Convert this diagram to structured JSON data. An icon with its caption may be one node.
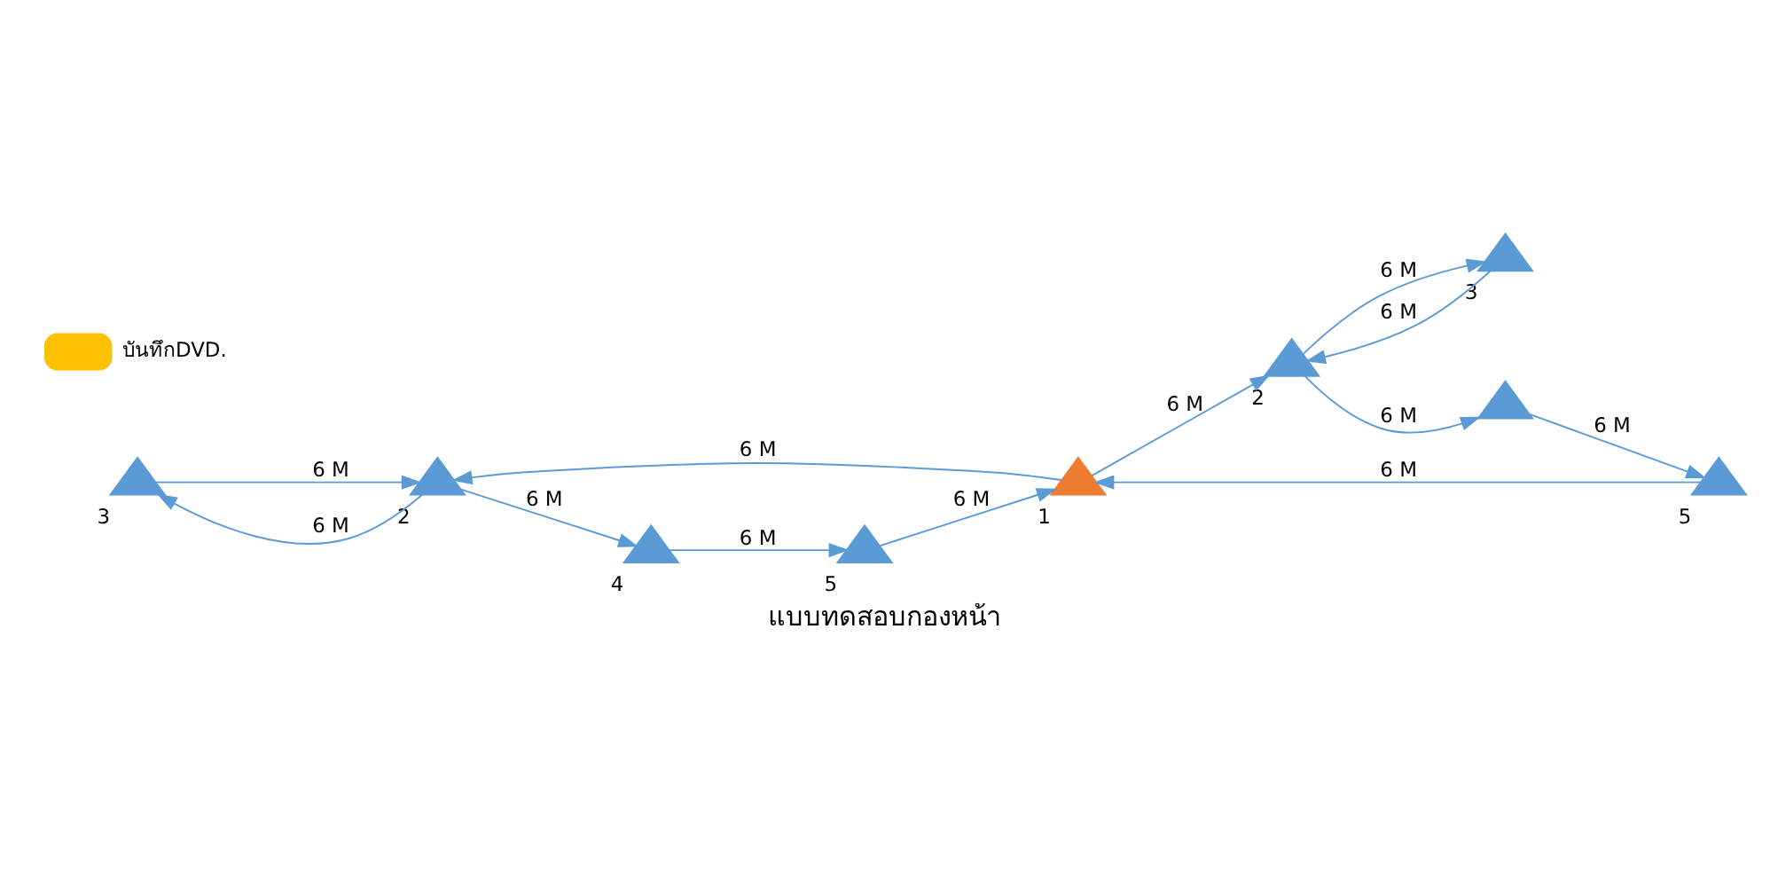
{
  "diagram": {
    "caption": "แบบทดสอบกองหน้า",
    "nodes": [
      {
        "text": [],
        "shape": "triangle",
        "beside": [
          "3"
        ]
      },
      {
        "text": [],
        "shape": "triangle",
        "beside": [
          "3"
        ]
      },
      {
        "text": [],
        "shape": "triangle",
        "beside": [
          "5"
        ]
      },
      {
        "text": [],
        "shape": "triangle",
        "beside": [
          "1"
        ]
      },
      {
        "text": [],
        "shape": "triangle",
        "beside": [
          "5"
        ]
      },
      {
        "text": [],
        "shape": "triangle",
        "beside": [
          "4"
        ]
      },
      {
        "text": [],
        "shape": "triangle",
        "beside": [
          "2"
        ]
      },
      {
        "text": [],
        "shape": "triangle",
        "beside": [
          "2"
        ]
      },
      {
        "text": [],
        "shape": "triangle"
      }
    ],
    "edges": [
      {
        "from": 6,
        "to": 0,
        "arrow": "to",
        "label": "6 M"
      },
      {
        "from": 0,
        "to": 6,
        "arrow": "to",
        "label": "6 M"
      },
      {
        "from": 2,
        "to": 3,
        "arrow": "to",
        "label": "6 M"
      },
      {
        "from": 5,
        "to": 2,
        "arrow": "to",
        "label": "6 M"
      },
      {
        "from": 3,
        "to": 6,
        "arrow": "to",
        "label": "6 M"
      },
      {
        "from": 6,
        "to": 5,
        "arrow": "to",
        "label": "6 M"
      },
      {
        "from": 7,
        "to": 1,
        "arrow": "to",
        "label": "6 M"
      },
      {
        "from": 1,
        "to": 7,
        "arrow": "to",
        "label": "6 M"
      },
      {
        "from": 4,
        "to": 3,
        "arrow": "to",
        "label": "6 M"
      },
      {
        "from": 3,
        "to": 7,
        "arrow": "to",
        "label": "6 M"
      },
      {
        "from": 7,
        "to": 8,
        "arrow": "to",
        "label": "6 M"
      },
      {
        "from": 8,
        "to": 4,
        "arrow": "to",
        "label": "6 M"
      }
    ],
    "legend": [
      {
        "text": "บันทึกDVD.",
        "color": "#ffc000"
      }
    ]
  }
}
